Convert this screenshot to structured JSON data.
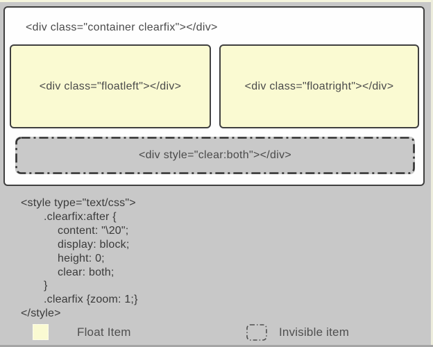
{
  "diagram": {
    "container_label": "<div class=\"container clearfix\"></div>",
    "float_left_label": "<div class=\"floatleft\"></div>",
    "float_right_label": "<div class=\"floatright\"></div>",
    "clear_both_label": "<div style=\"clear:both\"></div>"
  },
  "code": {
    "lines": [
      {
        "indent": 0,
        "text": "<style type=\"text/css\">"
      },
      {
        "indent": 1,
        "text": ".clearfix:after {"
      },
      {
        "indent": 2,
        "text": "content: \"\\20\";"
      },
      {
        "indent": 2,
        "text": "display: block;"
      },
      {
        "indent": 2,
        "text": "height: 0;"
      },
      {
        "indent": 2,
        "text": "clear: both;"
      },
      {
        "indent": 1,
        "text": "}"
      },
      {
        "indent": 1,
        "text": ".clearfix {zoom: 1;}"
      },
      {
        "indent": 0,
        "text": "</style>"
      }
    ]
  },
  "legend": {
    "float_item_label": "Float Item",
    "invisible_item_label": "Invisible item"
  },
  "colors": {
    "page_bg": "#c8c8c8",
    "container_bg": "#fefefe",
    "float_box_bg": "#fafad2",
    "clear_box_bg": "#c9c9c9",
    "border_dark": "#3f3f3f",
    "label_text": "#4a4a4a",
    "code_text": "#3a3a3a"
  }
}
